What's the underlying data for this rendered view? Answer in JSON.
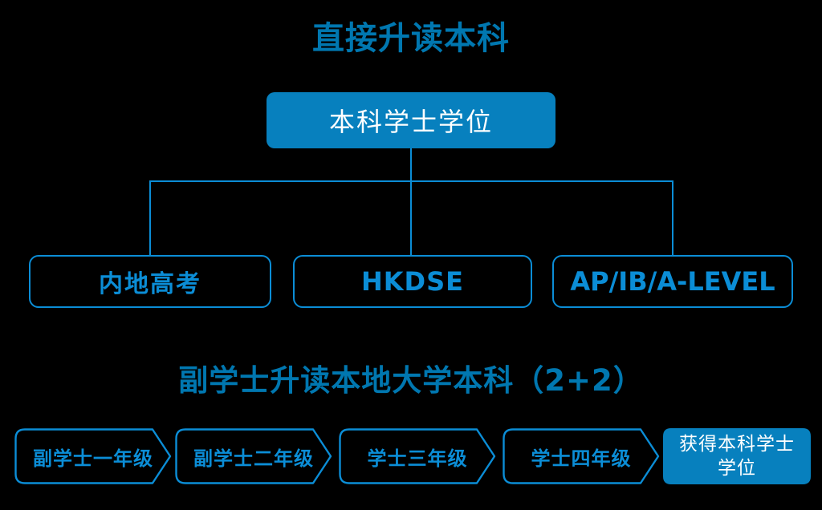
{
  "theme": {
    "background": "#000000",
    "accent_fill": "#0780be",
    "accent_outline": "#0b8dd6",
    "title_color": "#0077b0",
    "text_on_fill": "#ffffff"
  },
  "sections": [
    {
      "id": "direct-entry",
      "title": "直接升读本科",
      "top_node": {
        "label": "本科学士学位",
        "style": "filled"
      },
      "pathways": [
        {
          "label": "内地高考",
          "style": "outline"
        },
        {
          "label": "HKDSE",
          "style": "outline"
        },
        {
          "label": "AP/IB/A-LEVEL",
          "style": "outline"
        }
      ]
    },
    {
      "id": "associate-degree",
      "title": "副学士升读本地大学本科（2+2）",
      "steps": [
        {
          "label": "副学士一年级",
          "style": "outline"
        },
        {
          "label": "副学士二年级",
          "style": "outline"
        },
        {
          "label": "学士三年级",
          "style": "outline"
        },
        {
          "label": "学士四年级",
          "style": "outline"
        },
        {
          "label_line1": "获得本科学士",
          "label_line2": "学位",
          "style": "filled"
        }
      ]
    }
  ]
}
